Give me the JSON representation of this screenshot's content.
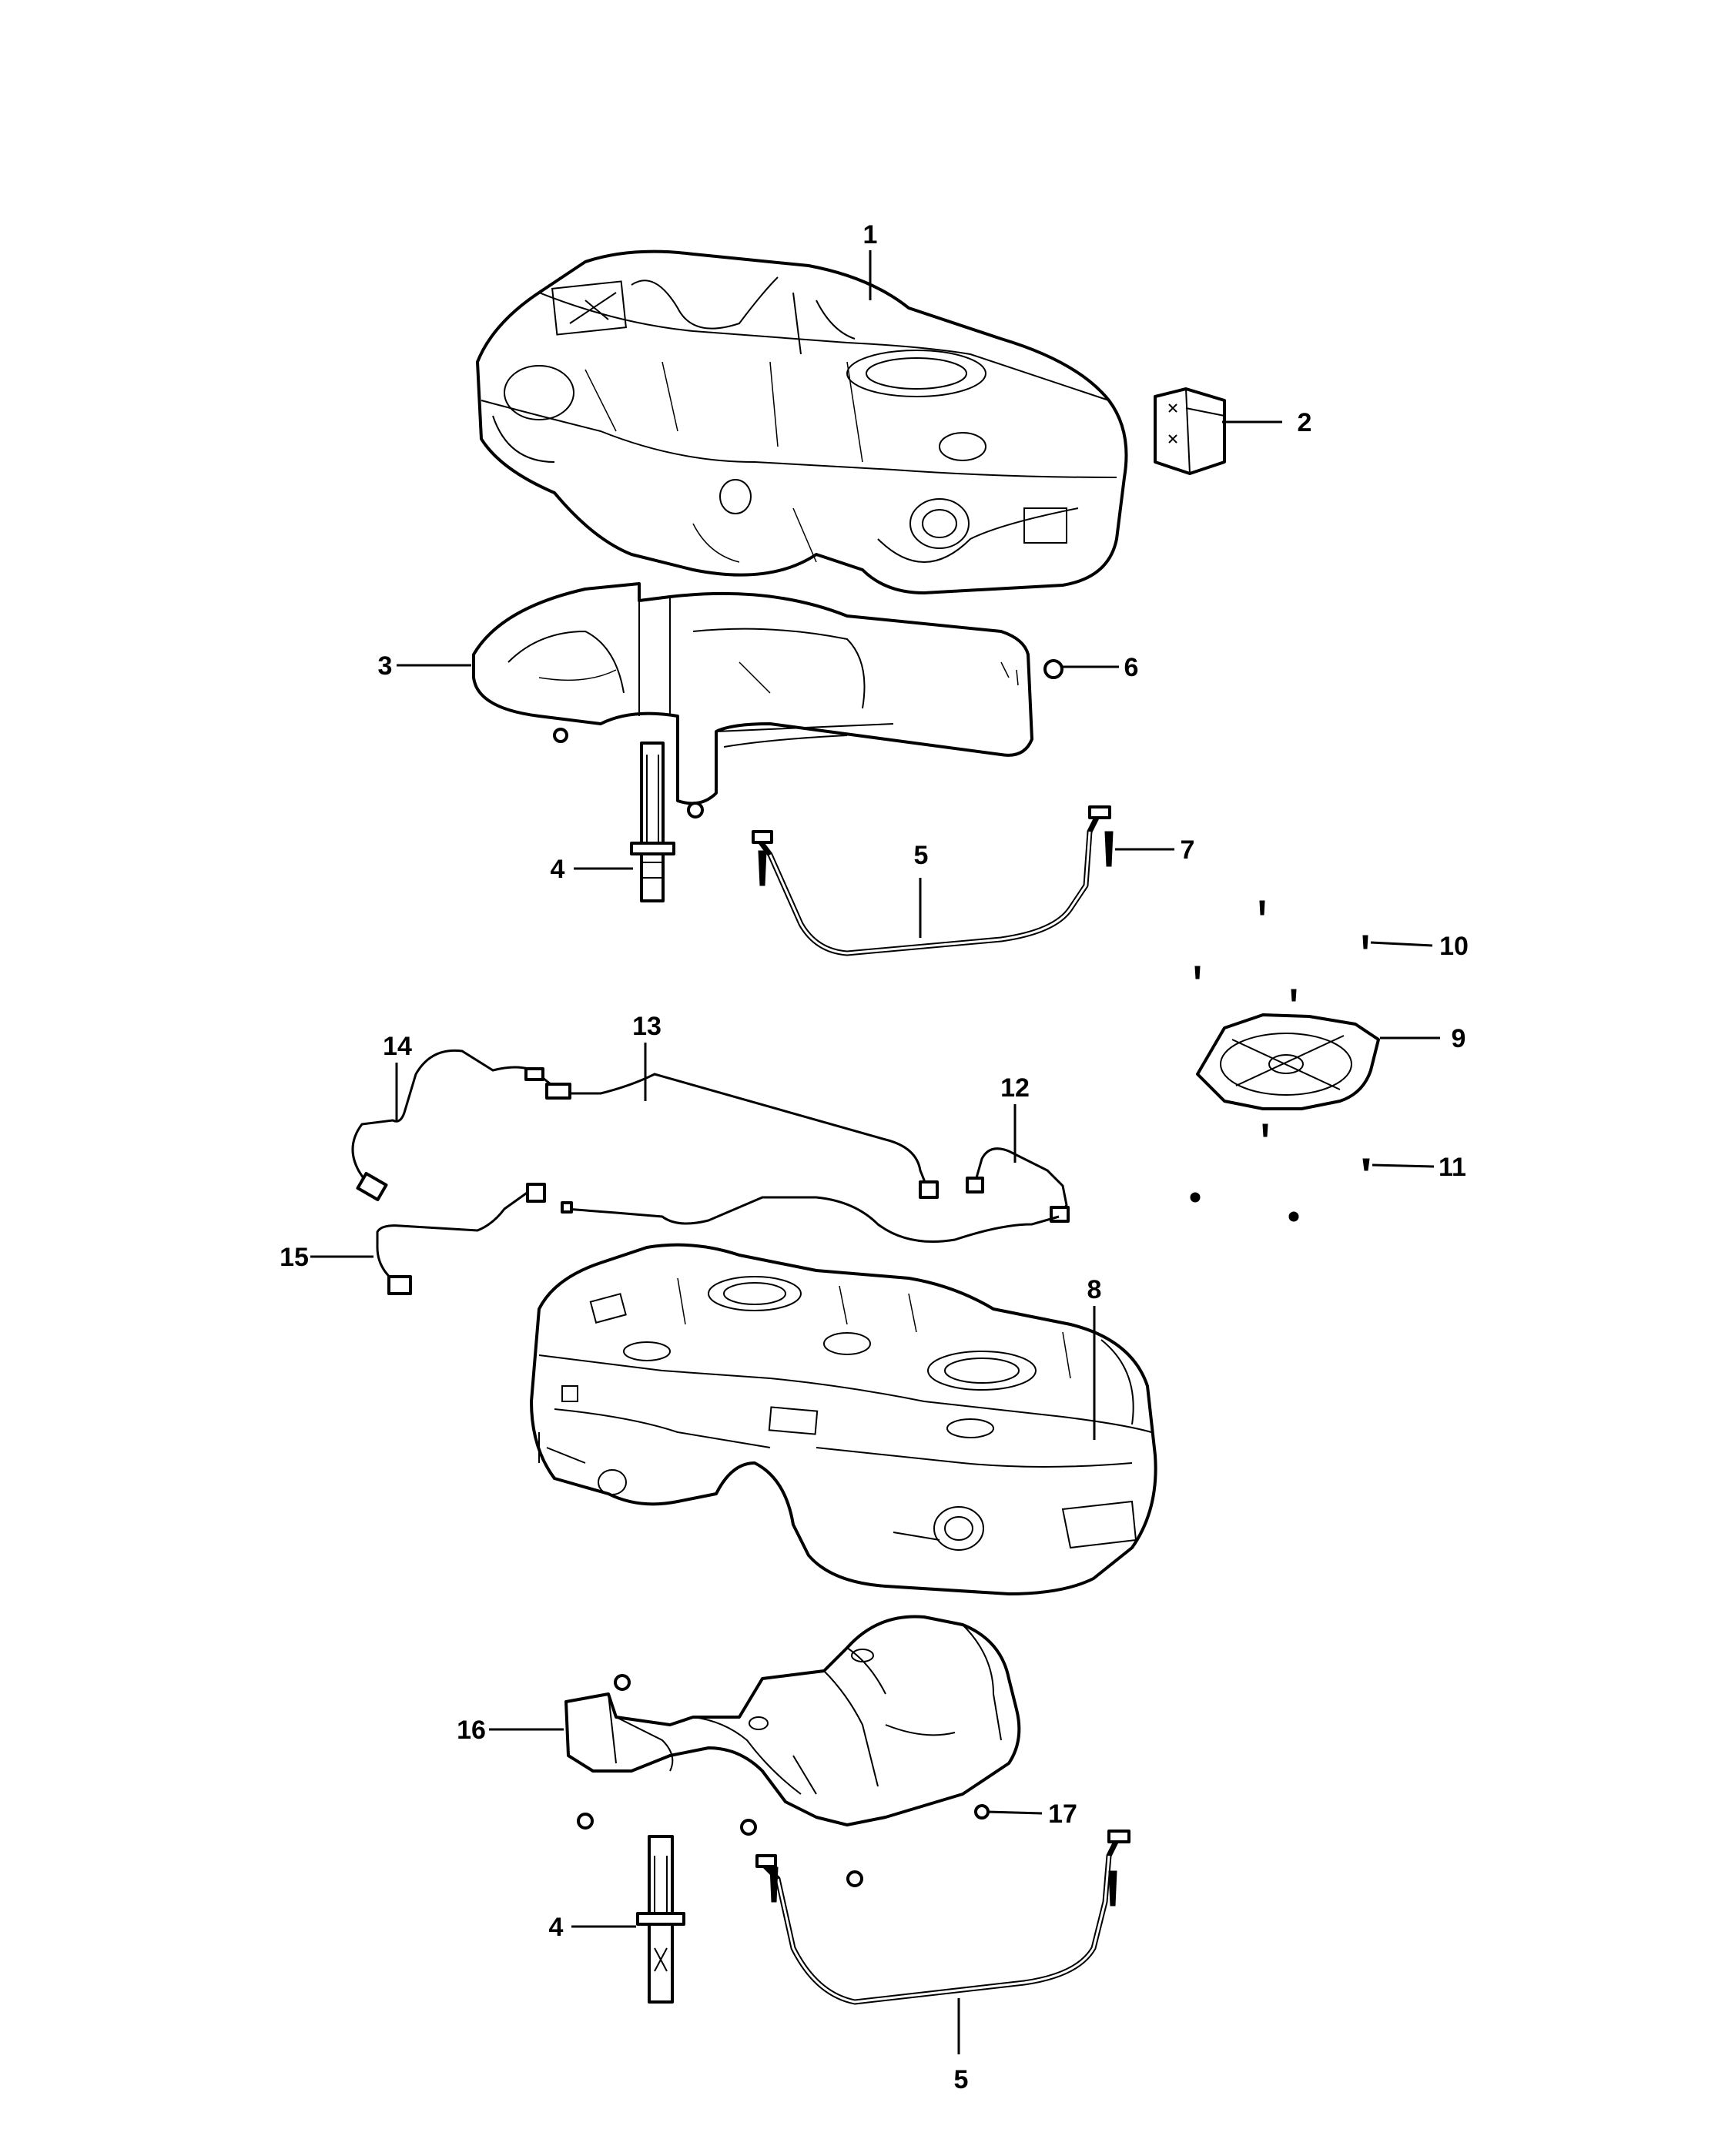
{
  "diagram": {
    "callouts": [
      {
        "id": "c1",
        "label": "1"
      },
      {
        "id": "c2",
        "label": "2"
      },
      {
        "id": "c3",
        "label": "3"
      },
      {
        "id": "c4a",
        "label": "4"
      },
      {
        "id": "c4b",
        "label": "4"
      },
      {
        "id": "c5a",
        "label": "5"
      },
      {
        "id": "c5b",
        "label": "5"
      },
      {
        "id": "c6",
        "label": "6"
      },
      {
        "id": "c7",
        "label": "7"
      },
      {
        "id": "c8",
        "label": "8"
      },
      {
        "id": "c9",
        "label": "9"
      },
      {
        "id": "c10",
        "label": "10"
      },
      {
        "id": "c11",
        "label": "11"
      },
      {
        "id": "c12",
        "label": "12"
      },
      {
        "id": "c13",
        "label": "13"
      },
      {
        "id": "c14",
        "label": "14"
      },
      {
        "id": "c15",
        "label": "15"
      },
      {
        "id": "c16",
        "label": "16"
      },
      {
        "id": "c17",
        "label": "17"
      }
    ]
  }
}
